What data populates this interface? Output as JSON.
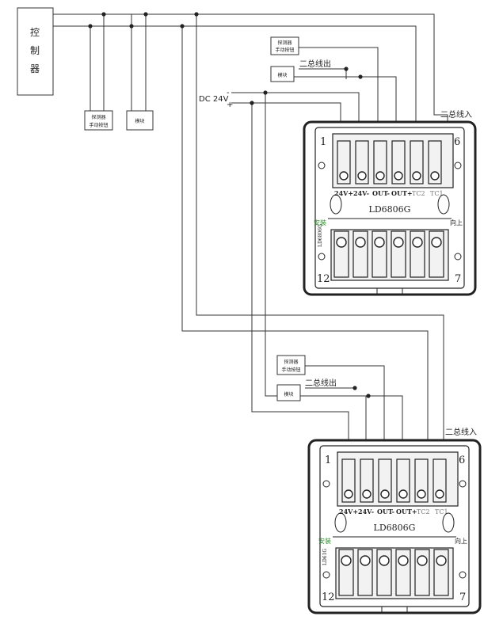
{
  "controller": {
    "label": [
      "控",
      "制",
      "器"
    ]
  },
  "devices": {
    "detector_button": [
      "探测器",
      "手动按钮"
    ],
    "module": "模块"
  },
  "labels": {
    "two_bus_out": "二总线出",
    "two_bus_in": "二总线入",
    "dc_supply": "DC 24V",
    "minus": "-",
    "plus": "+"
  },
  "unit": {
    "model": "LD6806G",
    "side_code": "LD6806G",
    "install": "安装",
    "up": "向上",
    "pin_top_left": "1",
    "pin_top_right": "6",
    "pin_bottom_left": "12",
    "pin_bottom_right": "7",
    "terminals": [
      "24V+",
      "24V-",
      "OUT-",
      "OUT+",
      "TC2",
      "TC1"
    ],
    "side_code_upper": "LD6806G",
    "side_code_lower": "LD61G"
  },
  "colors": {
    "line": "#333333",
    "install_label": "#2a8a2a",
    "tc_label": "#777777"
  }
}
